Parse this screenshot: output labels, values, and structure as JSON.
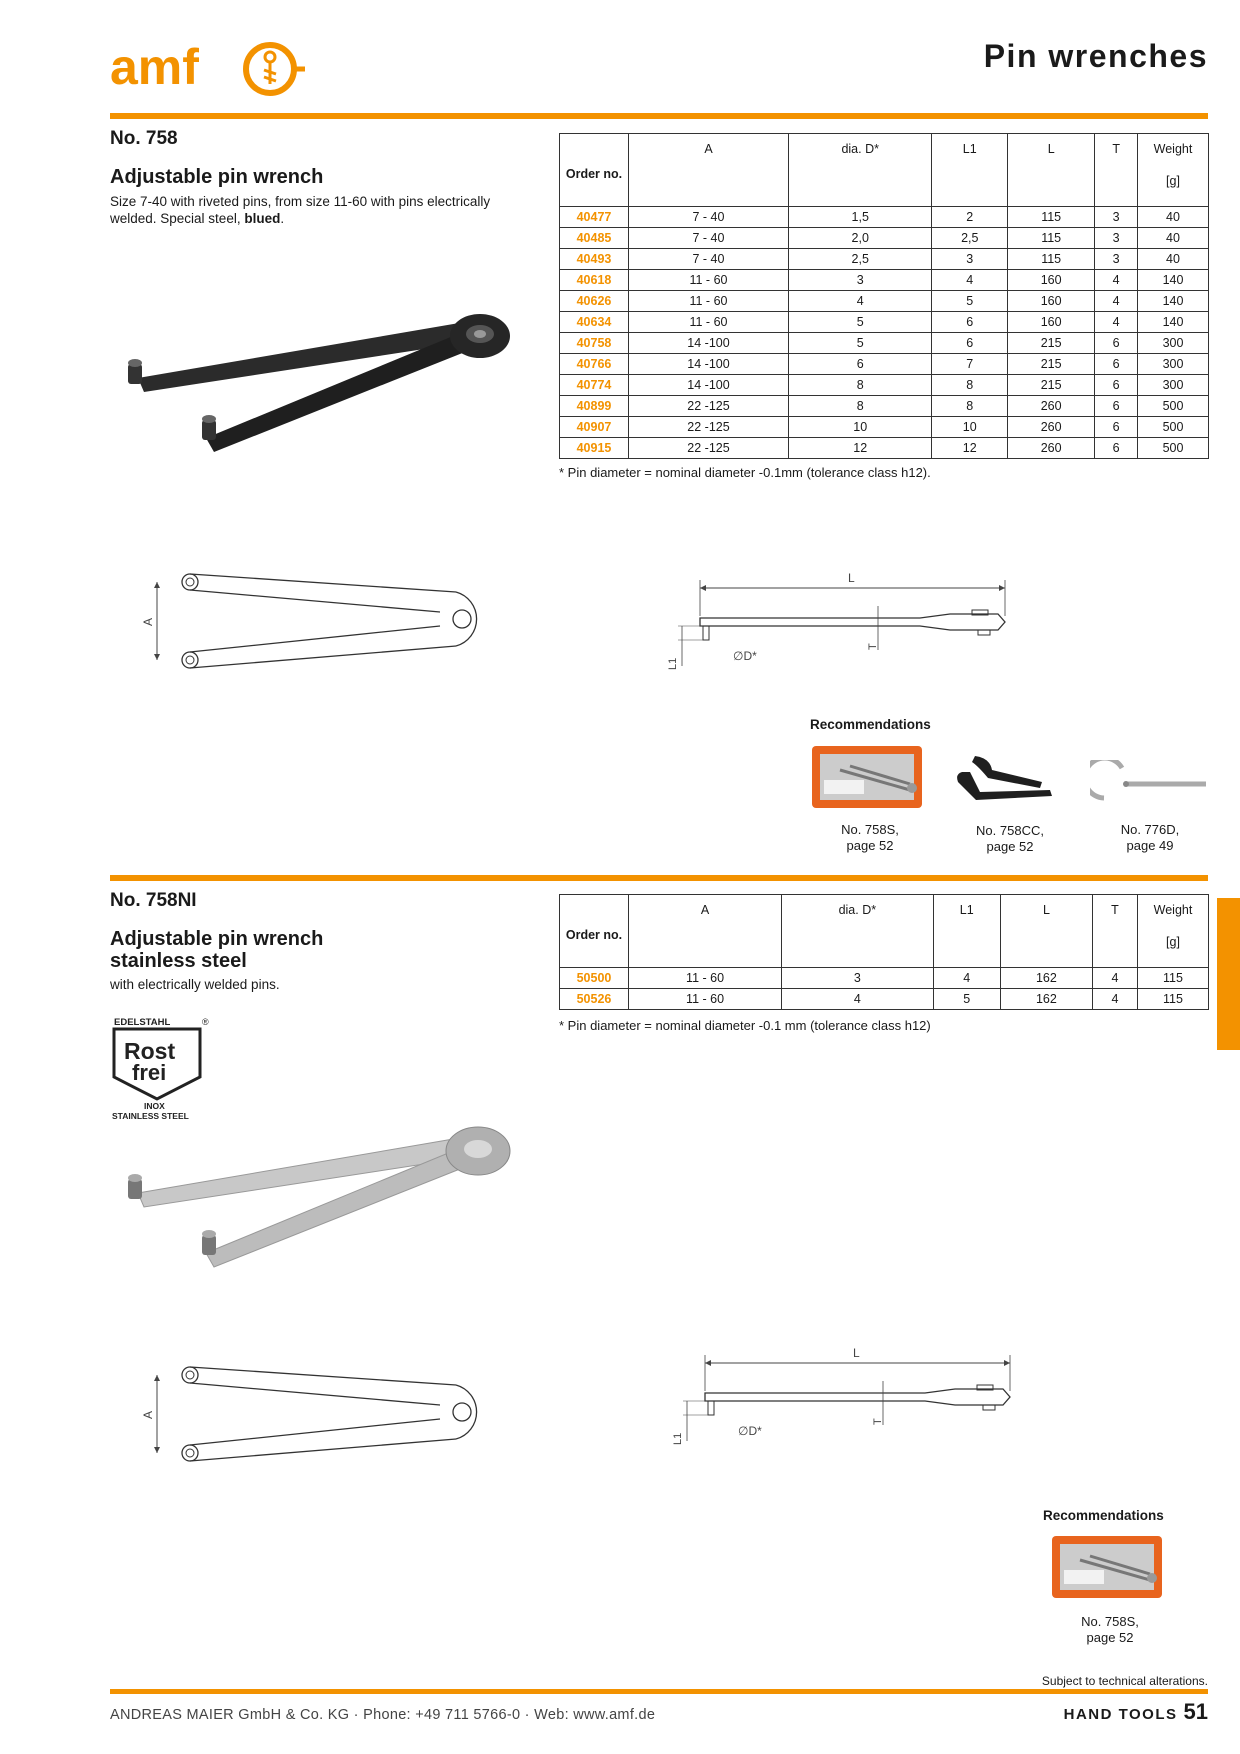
{
  "header": {
    "logo_text": "amf",
    "page_title": "Pin wrenches"
  },
  "section1": {
    "number": "No. 758",
    "title": "Adjustable pin wrench",
    "desc_text": "Size 7-40 with riveted pins, from size 11-60 with pins electrically welded. Special steel, ",
    "desc_bold": "blued",
    "desc_end": ".",
    "table": {
      "headers": [
        "Order no.",
        "A",
        "dia. D*",
        "L1",
        "L",
        "T",
        "Weight"
      ],
      "weight_unit": "[g]",
      "rows": [
        [
          "40477",
          "7 - 40",
          "1,5",
          "2",
          "115",
          "3",
          "40"
        ],
        [
          "40485",
          "7 - 40",
          "2,0",
          "2,5",
          "115",
          "3",
          "40"
        ],
        [
          "40493",
          "7 - 40",
          "2,5",
          "3",
          "115",
          "3",
          "40"
        ],
        [
          "40618",
          "11 - 60",
          "3",
          "4",
          "160",
          "4",
          "140"
        ],
        [
          "40626",
          "11 - 60",
          "4",
          "5",
          "160",
          "4",
          "140"
        ],
        [
          "40634",
          "11 - 60",
          "5",
          "6",
          "160",
          "4",
          "140"
        ],
        [
          "40758",
          "14 -100",
          "5",
          "6",
          "215",
          "6",
          "300"
        ],
        [
          "40766",
          "14 -100",
          "6",
          "7",
          "215",
          "6",
          "300"
        ],
        [
          "40774",
          "14 -100",
          "8",
          "8",
          "215",
          "6",
          "300"
        ],
        [
          "40899",
          "22 -125",
          "8",
          "8",
          "260",
          "6",
          "500"
        ],
        [
          "40907",
          "22 -125",
          "10",
          "10",
          "260",
          "6",
          "500"
        ],
        [
          "40915",
          "22 -125",
          "12",
          "12",
          "260",
          "6",
          "500"
        ]
      ]
    },
    "footnote": "* Pin diameter = nominal diameter -0.1mm (tolerance class h12).",
    "recommendations": {
      "title": "Recommendations",
      "items": [
        {
          "line1": "No. 758S,",
          "line2": "page 52"
        },
        {
          "line1": "No. 758CC,",
          "line2": "page 52"
        },
        {
          "line1": "No. 776D,",
          "line2": "page 49"
        }
      ]
    }
  },
  "section2": {
    "number": "No. 758NI",
    "title_line1": "Adjustable pin wrench",
    "title_line2": "stainless steel",
    "desc": "with electrically welded pins.",
    "stamp": {
      "top": "EDELSTAHL",
      "line1": "Rost",
      "line2": "frei",
      "bottom1": "INOX",
      "bottom2": "STAINLESS STEEL"
    },
    "table": {
      "headers": [
        "Order no.",
        "A",
        "dia. D*",
        "L1",
        "L",
        "T",
        "Weight"
      ],
      "weight_unit": "[g]",
      "rows": [
        [
          "50500",
          "11 - 60",
          "3",
          "4",
          "162",
          "4",
          "115"
        ],
        [
          "50526",
          "11 - 60",
          "4",
          "5",
          "162",
          "4",
          "115"
        ]
      ]
    },
    "footnote": "* Pin diameter = nominal diameter -0.1 mm (tolerance class h12)",
    "recommendations": {
      "title": "Recommendations",
      "items": [
        {
          "line1": "No. 758S,",
          "line2": "page 52"
        }
      ]
    }
  },
  "drawing_labels": {
    "A": "A",
    "L": "L",
    "L1": "L1",
    "T": "T",
    "D": "∅D*"
  },
  "footer": {
    "company": "ANDREAS MAIER GmbH & Co. KG · Phone: +49 711 5766-0 · Web: www.amf.de",
    "section_label": "HAND TOOLS",
    "page_number": "51",
    "alterations": "Subject to technical alterations."
  },
  "colors": {
    "accent": "#f39200",
    "text": "#1a1a1a"
  }
}
